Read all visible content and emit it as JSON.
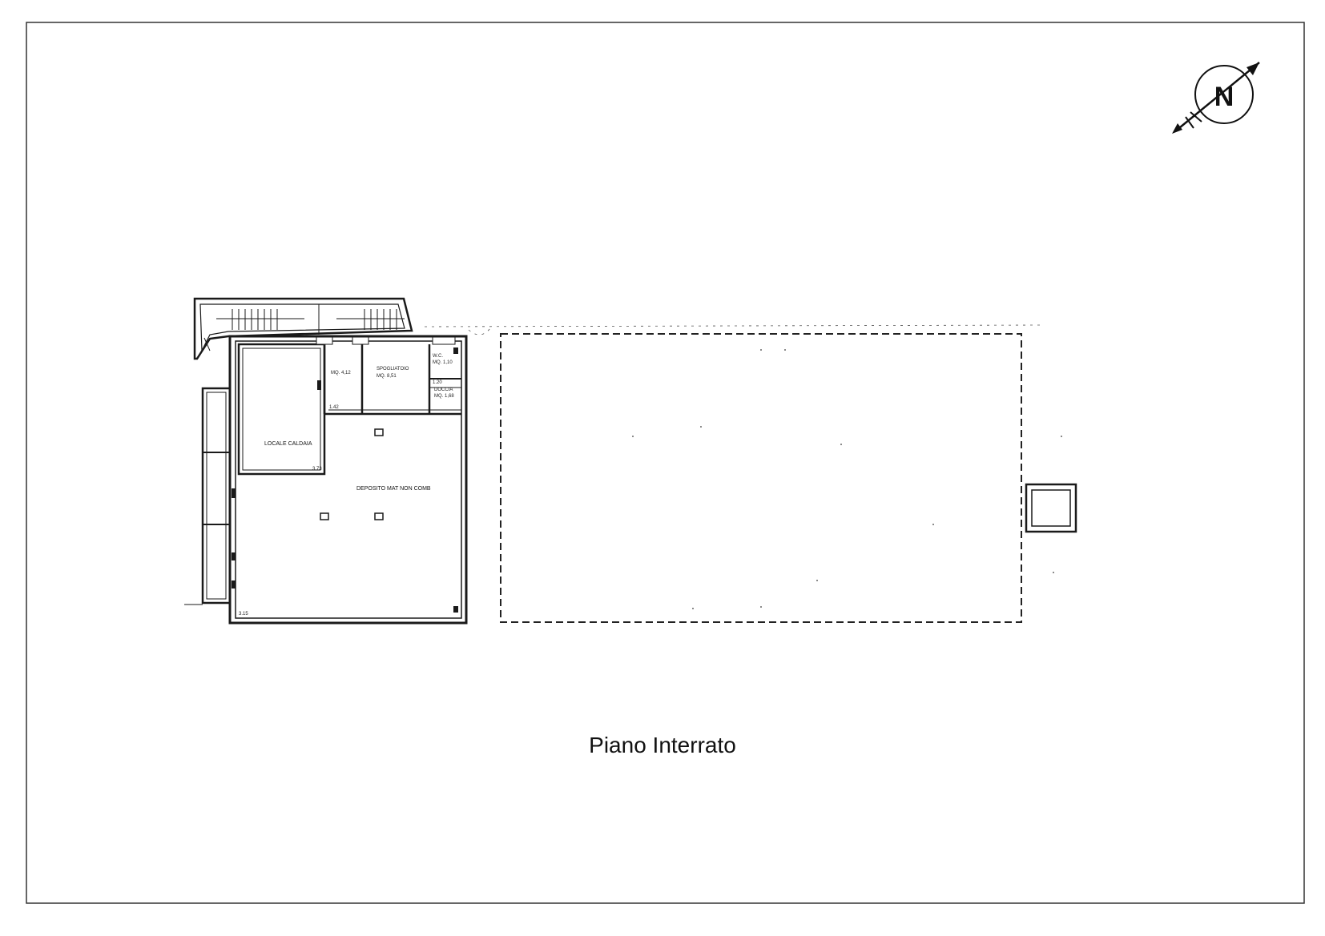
{
  "caption": "Piano Interrato",
  "north": {
    "letter": "N",
    "icon": "north-arrow-icon"
  },
  "rooms": {
    "locale_caldaia": "LOCALE CALDAIA",
    "deposito": "DEPOSITO MAT NON COMB",
    "wc_sup": "MQ. 4,12",
    "spogliatoio": "SPOGLIATOIO",
    "spogliatoio_sup": "MQ. 8,51",
    "wc": "W.C.",
    "wc_mq": "MQ. 1,10",
    "doccia": "DOCCIA",
    "doccia_mq": "MQ. 1,68"
  },
  "dims": {
    "caldaia_w": "3.73",
    "deposito_corner": "3.15",
    "corr_h": "1.20",
    "h_mark": "1.42"
  },
  "colors": {
    "line": "#1a1a1a",
    "border": "#333333",
    "background": "#ffffff"
  }
}
